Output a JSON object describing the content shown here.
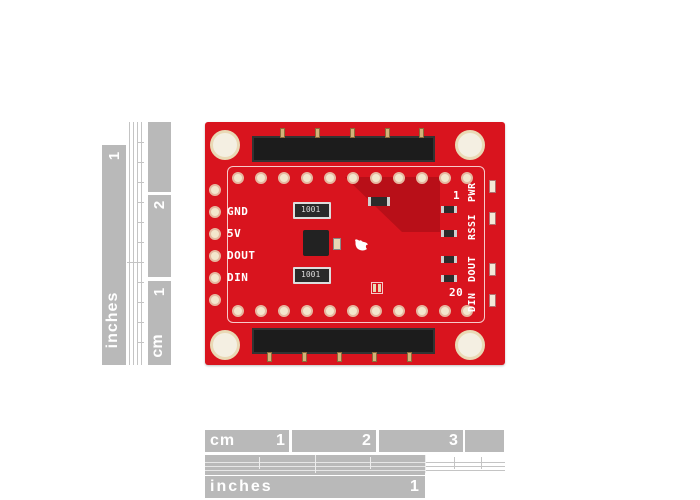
{
  "scene": {
    "subject": "SparkFun XBee Explorer Regulated breakout board (red PCB)",
    "background_color": "#ffffff",
    "board_color": "#d9141e",
    "ruler_color": "#b9b9b9"
  },
  "board": {
    "left_labels": [
      "GND",
      "5V",
      "DOUT",
      "DIN"
    ],
    "right_labels": [
      "PWR",
      "RSSI",
      "DOUT",
      "DIN"
    ],
    "pin_numbers": [
      "1",
      "20"
    ],
    "resistor_marking": "1001"
  },
  "vertical_ruler": {
    "inches": {
      "label": "inches",
      "number": "1"
    },
    "cm": {
      "label": "cm",
      "numbers": [
        "1",
        "2"
      ]
    }
  },
  "horizontal_ruler": {
    "cm": {
      "label": "cm",
      "numbers": [
        "1",
        "2",
        "3"
      ]
    },
    "inches": {
      "label": "inches",
      "number": "1"
    }
  }
}
